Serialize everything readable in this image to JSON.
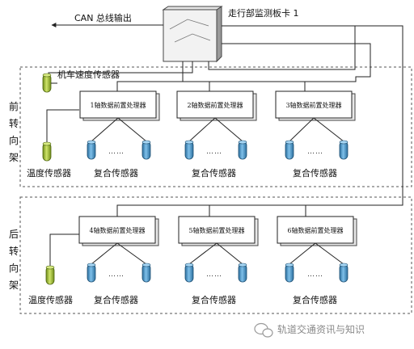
{
  "monitor_card": {
    "label": "走行部监测板卡 1"
  },
  "can_output": {
    "label": "CAN 总线输出"
  },
  "front_bogie": {
    "side_label": [
      "前",
      "转",
      "向",
      "架"
    ],
    "speed_sensor_label": "机车速度传感器",
    "temp_sensor_label": "温度传感器",
    "processors": [
      "1轴数据前置处理器",
      "2轴数据前置处理器",
      "3轴数据前置处理器"
    ],
    "sensor_group_label": "复合传感器",
    "dots": "……"
  },
  "rear_bogie": {
    "side_label": [
      "后",
      "转",
      "向",
      "架"
    ],
    "temp_sensor_label": "温度传感器",
    "processors": [
      "4轴数据前置处理器",
      "5轴数据前置处理器",
      "6轴数据前置处理器"
    ],
    "sensor_group_label": "复合传感器",
    "dots": "……"
  },
  "watermark": {
    "text": "轨道交通资讯与知识"
  },
  "colors": {
    "blue_sensor": "#4a9ad0",
    "green_sensor": "#9bbf2e",
    "line": "#222222",
    "dashed_border": "#555555"
  }
}
